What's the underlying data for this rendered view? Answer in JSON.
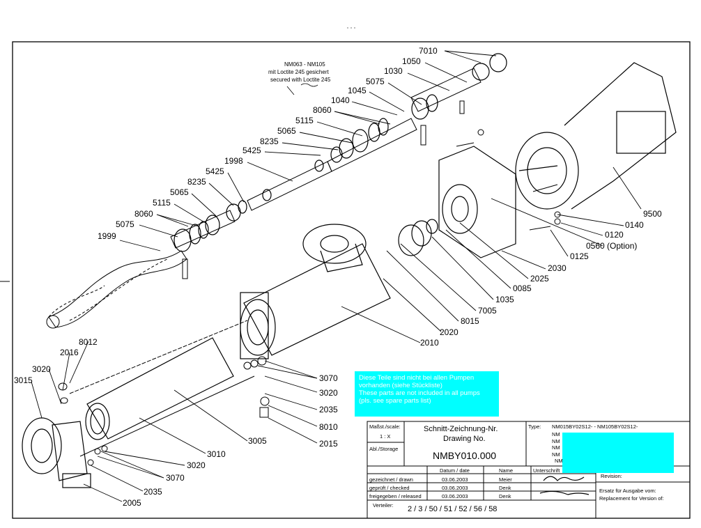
{
  "drawing": {
    "annotation": [
      "NM063  -  NM105",
      "mit Loctite 245 gesichert",
      "secured with Loctite 245"
    ],
    "part_labels": {
      "p7010a": "7010",
      "p1050": "1050",
      "p1030": "1030",
      "p5075a": "5075",
      "p1045": "1045",
      "p1040": "1040",
      "p8060a": "8060",
      "p5115a": "5115",
      "p5065a": "5065",
      "p8235a": "8235",
      "p5425a": "5425",
      "p1998": "1998",
      "p5425b": "5425",
      "p8235b": "8235",
      "p5065b": "5065",
      "p5115b": "5115",
      "p8060b": "8060",
      "p5075b": "5075",
      "p1999": "1999",
      "p9500": "9500",
      "p0140": "0140",
      "p0120": "0120",
      "p0560": "0560  (Option)",
      "p0125": "0125",
      "p2030": "2030",
      "p2025": "2025",
      "p0085": "0085",
      "p1035": "1035",
      "p7005": "7005",
      "p8015": "8015",
      "p2020": "2020",
      "p2010": "2010",
      "p8012": "8012",
      "p2016": "2016",
      "p3020a": "3020",
      "p3015": "3015",
      "p3070a": "3070",
      "p3020b": "3020",
      "p2035a": "2035",
      "p8010": "8010",
      "p2015": "2015",
      "p3005": "3005",
      "p3010": "3010",
      "p3020c": "3020",
      "p3070b": "3070",
      "p2035b": "2035",
      "p2005": "2005"
    }
  },
  "note_box": {
    "line1": "Diese Teile sind nicht bei allen Pumpen",
    "line2": "vorhanden (siehe Stückliste)",
    "line3": "These parts are not included in all pumps",
    "line4": "(pls. see spare parts list)"
  },
  "title_block": {
    "scale_label": "Maßst./scale:",
    "scale_value": "1 : X",
    "storage_label": "Abl./Storage",
    "drawing_title_de": "Schnitt-Zeichnung-Nr.",
    "drawing_title_en": "Drawing No.",
    "drawing_number": "NMBY010.000",
    "type_label": "Type:",
    "type_line1": "NM015BY02S12-  -  NM105BY02S12-",
    "type_partial": [
      "NM",
      "NM",
      "NM",
      "NM",
      "NM"
    ],
    "date_header": "Datum / date",
    "name_header": "Name",
    "sign_header": "Unterschrift",
    "rows": [
      {
        "label": "gezeichnet / drawn",
        "date": "03.06.2003",
        "name": "Meier"
      },
      {
        "label": "geprüft / checked",
        "date": "03.06.2003",
        "name": "Denk"
      },
      {
        "label": "freigegeben / released",
        "date": "03.06.2003",
        "name": "Denk"
      }
    ],
    "distribution_label": "Verteiler:",
    "distribution": "2 / 3 / 50 / 51 / 52 / 56 / 58",
    "revision_label": "Revision:",
    "replacement_line1": "Ersatz für Ausgabe vom:",
    "replacement_line2": "Replacement for Version of:"
  }
}
